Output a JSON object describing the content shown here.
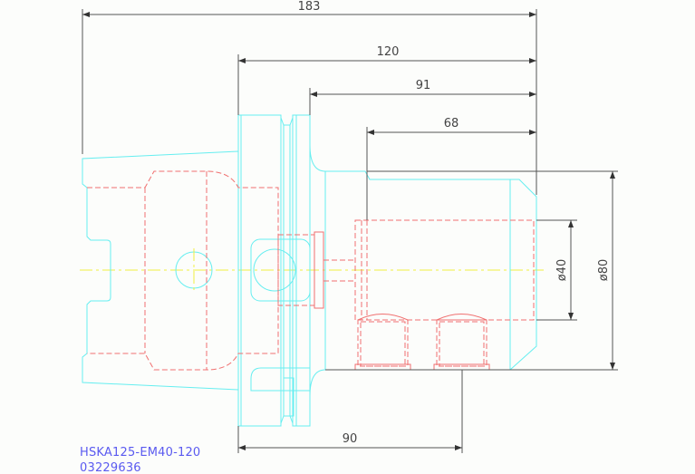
{
  "dimensions": {
    "overall_length": "183",
    "length_from_flange": "120",
    "length_from_collar": "91",
    "bore_depth": "68",
    "bore_diameter": "ø40",
    "outer_diameter": "ø80",
    "screw_position": "90"
  },
  "title_block": {
    "part_name": "HSKA125-EM40-120",
    "part_number": "03229636"
  },
  "colors": {
    "outline": "#66eef0",
    "hidden": "#f07070",
    "centerline": "#f0f040",
    "dimension": "#555555",
    "label": "#5a5af0"
  }
}
